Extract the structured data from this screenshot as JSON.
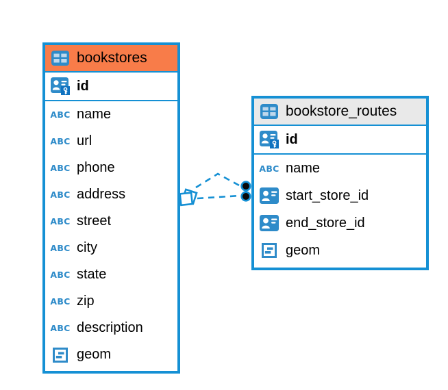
{
  "diagram": {
    "colors": {
      "table_border": "#1590D4",
      "icon_blue": "#2E8BC9",
      "icon_blue_dark": "#0F72C0",
      "relationship_line": "#1590D4",
      "bookstores_header": "#F87C49",
      "routes_header": "#E9E9E9",
      "text": "#000000",
      "background": "#FFFFFF"
    },
    "icons": {
      "text_type_glyph": "ABC"
    },
    "tables": [
      {
        "title": "bookstores",
        "header_color": "#F87C49",
        "primary_key": {
          "name": "id"
        },
        "fields": [
          {
            "name": "name",
            "type": "text"
          },
          {
            "name": "url",
            "type": "text"
          },
          {
            "name": "phone",
            "type": "text"
          },
          {
            "name": "address",
            "type": "text"
          },
          {
            "name": "street",
            "type": "text"
          },
          {
            "name": "city",
            "type": "text"
          },
          {
            "name": "state",
            "type": "text"
          },
          {
            "name": "zip",
            "type": "text"
          },
          {
            "name": "description",
            "type": "text"
          },
          {
            "name": "geom",
            "type": "geometry"
          }
        ]
      },
      {
        "title": "bookstore_routes",
        "header_color": "#E9E9E9",
        "primary_key": {
          "name": "id"
        },
        "fields": [
          {
            "name": "name",
            "type": "text"
          },
          {
            "name": "start_store_id",
            "type": "foreign-key"
          },
          {
            "name": "end_store_id",
            "type": "foreign-key"
          },
          {
            "name": "geom",
            "type": "geometry"
          }
        ]
      }
    ],
    "relationship": {
      "from_table": "bookstores",
      "to_table": "bookstore_routes",
      "line_style": "dashed",
      "source_marker": "stacked-squares",
      "target_marker": "two-dots"
    }
  }
}
